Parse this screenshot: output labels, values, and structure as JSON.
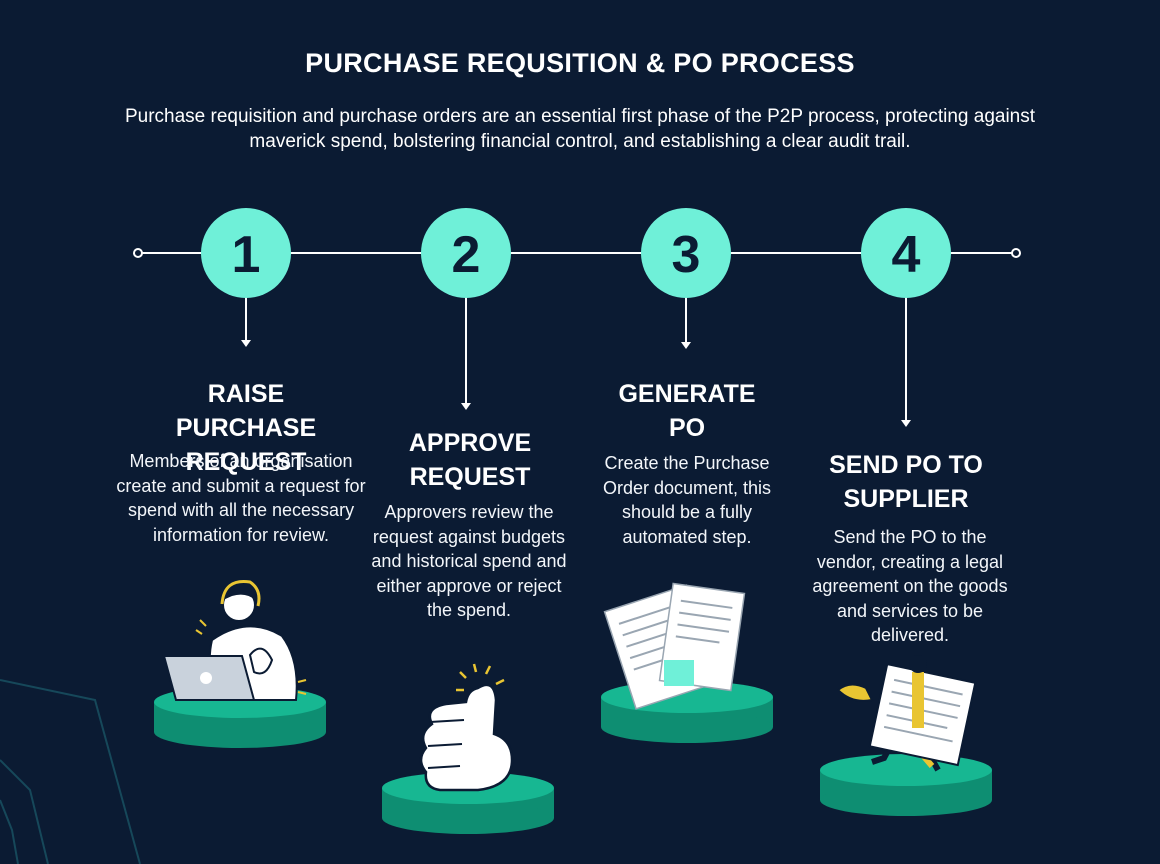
{
  "header": {
    "title": "PURCHASE REQUSITION & PO PROCESS",
    "intro": "Purchase requisition and purchase orders are an essential first phase of the P2P process, protecting against maverick spend, bolstering financial control, and establishing a clear audit trail."
  },
  "steps": [
    {
      "number": "1",
      "title": "RAISE PURCHASE REQUEST",
      "description": "Members of an organisation create and submit a request for spend with all the necessary information for review."
    },
    {
      "number": "2",
      "title": "APPROVE REQUEST",
      "description": "Approvers review the request against budgets and historical spend and either approve or reject the spend."
    },
    {
      "number": "3",
      "title": "GENERATE PO",
      "description": "Create the Purchase Order document, this should be a fully automated step."
    },
    {
      "number": "4",
      "title": "SEND PO TO SUPPLIER",
      "description": "Send the PO to the vendor, creating a legal agreement  on the goods and services to be delivered."
    }
  ],
  "colors": {
    "background": "#0b1b33",
    "circle": "#6ff0d8",
    "podium_top": "#17b792",
    "podium_side": "#0e8e72"
  }
}
